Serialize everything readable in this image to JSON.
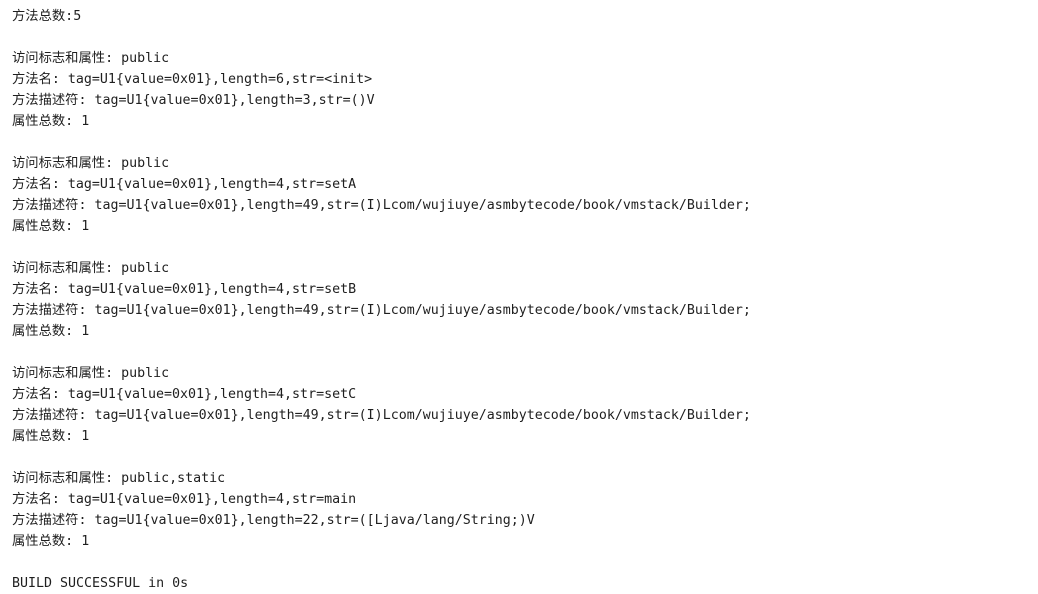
{
  "console": {
    "method_count_line": "方法总数:5",
    "methods": [
      {
        "access": "访问标志和属性: public",
        "name": "方法名: tag=U1{value=0x01},length=6,str=<init>",
        "descriptor": "方法描述符: tag=U1{value=0x01},length=3,str=()V",
        "attr_count": "属性总数: 1"
      },
      {
        "access": "访问标志和属性: public",
        "name": "方法名: tag=U1{value=0x01},length=4,str=setA",
        "descriptor": "方法描述符: tag=U1{value=0x01},length=49,str=(I)Lcom/wujiuye/asmbytecode/book/vmstack/Builder;",
        "attr_count": "属性总数: 1"
      },
      {
        "access": "访问标志和属性: public",
        "name": "方法名: tag=U1{value=0x01},length=4,str=setB",
        "descriptor": "方法描述符: tag=U1{value=0x01},length=49,str=(I)Lcom/wujiuye/asmbytecode/book/vmstack/Builder;",
        "attr_count": "属性总数: 1"
      },
      {
        "access": "访问标志和属性: public",
        "name": "方法名: tag=U1{value=0x01},length=4,str=setC",
        "descriptor": "方法描述符: tag=U1{value=0x01},length=49,str=(I)Lcom/wujiuye/asmbytecode/book/vmstack/Builder;",
        "attr_count": "属性总数: 1"
      },
      {
        "access": "访问标志和属性: public,static",
        "name": "方法名: tag=U1{value=0x01},length=4,str=main",
        "descriptor": "方法描述符: tag=U1{value=0x01},length=22,str=([Ljava/lang/String;)V",
        "attr_count": "属性总数: 1"
      }
    ],
    "build_status": "BUILD SUCCESSFUL in 0s"
  }
}
